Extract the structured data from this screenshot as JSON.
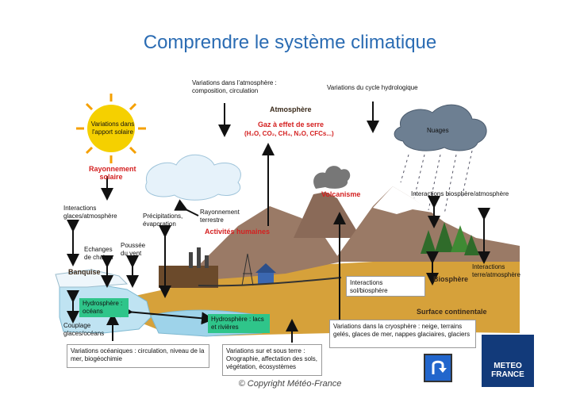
{
  "title": "Comprendre le système climatique",
  "labels": {
    "apport_solaire": "Variations dans l'apport solaire",
    "rayonnement_solaire": "Rayonnement solaire",
    "atmosphere_var": "Variations dans l'atmosphère : composition, circulation",
    "atmosphere": "Atmosphère",
    "gaz_effet_serre": "Gaz à effet de serre",
    "gaz_formula": "(H₂O, CO₂, CH₄, N₂O, CFCs...)",
    "cycle_hydro": "Variations du cycle hydrologique",
    "nuages": "Nuages",
    "volcanisme": "Volcanisme",
    "interactions_glaces": "Interactions glaces/atmosphère",
    "precipitations": "Précipitations, évaporation",
    "rayonnement_terrestre": "Rayonnement terrestre",
    "activites_humaines": "Activités humaines",
    "interactions_bio_atm": "Interactions biosphère/atmosphère",
    "echanges_chaleur": "Echanges de chaleur",
    "poussee_vent": "Poussée du vent",
    "banquise": "Banquise",
    "interactions_terre_atm": "Interactions terre/atmosphère",
    "biosphere": "Biosphère",
    "interactions_sol_bio": "Interactions sol/biosphère",
    "hydro_oceans": "Hydrosphère : océans",
    "hydro_lacs": "Hydrosphère : lacs et rivières",
    "surface_continentale": "Surface continentale",
    "couplage": "Couplage glaces/océans",
    "variations_cryosphere": "Variations dans la cryosphère : neige, terrains gelés, glaces de mer, nappes glaciaires, glaciers",
    "variations_oceaniques": "Variations océaniques : circulation, niveau de la mer, biogéochimie",
    "variations_sol": "Variations sur et sous terre : Orographie, affectation des sols, végétation, écosystèmes"
  },
  "copyright": "© Copyright Météo-France",
  "logo": {
    "line1": "METEO",
    "line2": "FRANCE"
  },
  "colors": {
    "title": "#2b6cb3",
    "sun": "#f5d000",
    "land": "#d6a13a",
    "mountain": "#9a7a66",
    "ocean": "#bfe3f2",
    "accent_red": "#d42020",
    "green_label": "#2fc58a",
    "logo_bg": "#123a7a"
  }
}
